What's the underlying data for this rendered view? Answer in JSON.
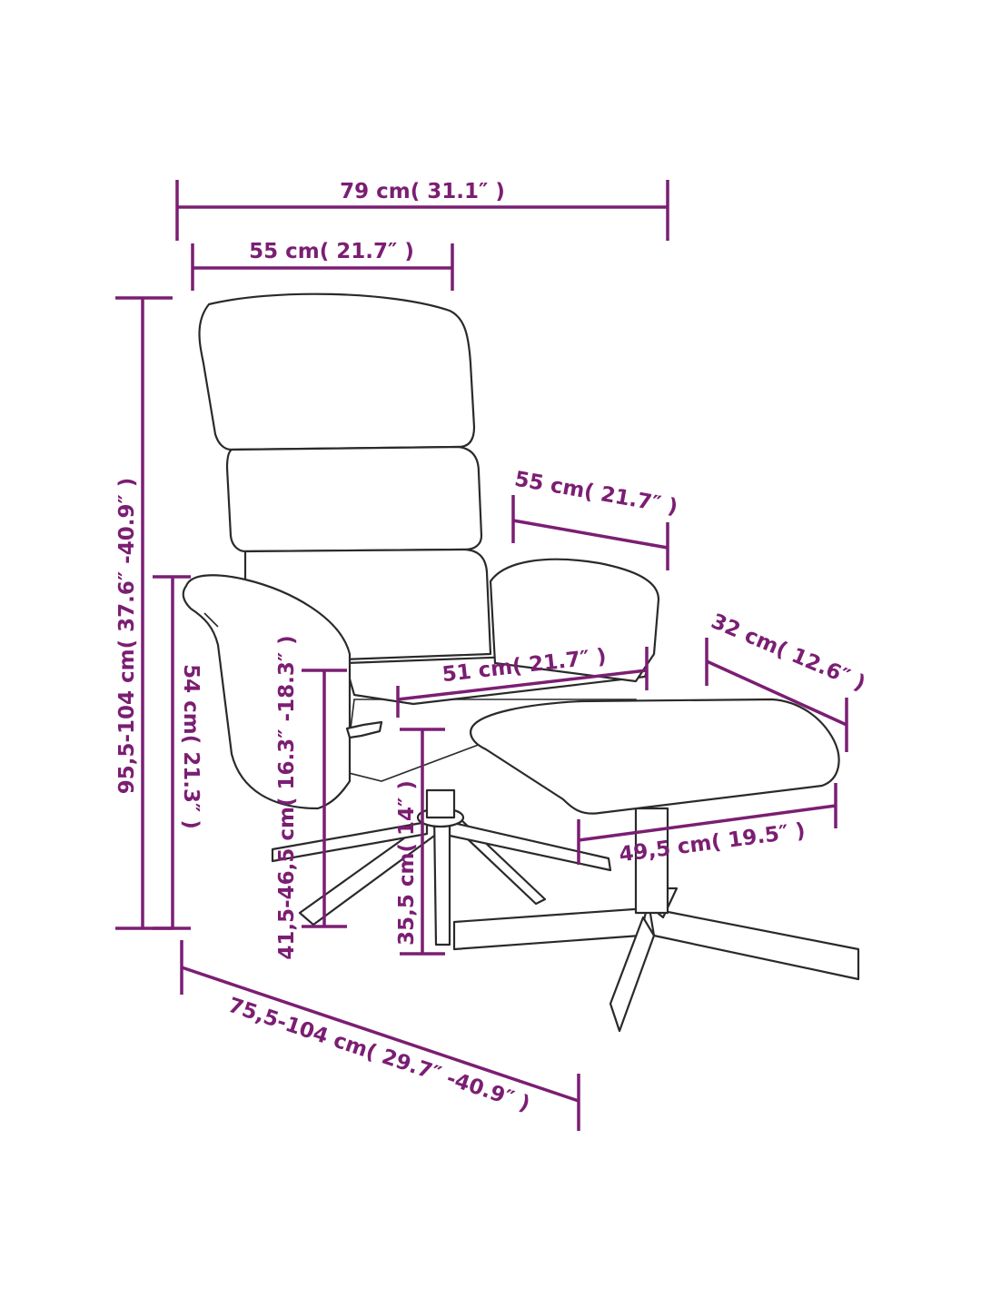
{
  "diagram": {
    "colors": {
      "dimension": "#7b1e73",
      "outline": "#2a2a2a",
      "background": "#ffffff"
    },
    "dimensions": {
      "overall_width": "79 cm( 31.1″ )",
      "backrest_width": "55 cm( 21.7″ )",
      "armrest_length": "55 cm( 21.7″ )",
      "seat_width": "51 cm( 21.7″ )",
      "footstool_depth": "32 cm( 12.6″ )",
      "footstool_width": "49,5 cm( 19.5″ )",
      "overall_height": "95,5-104 cm( 37.6″ -40.9″ )",
      "armrest_height": "54 cm( 21.3″ )",
      "seat_height": "41,5-46,5 cm( 16.3″ -18.3″ )",
      "footstool_height": "35,5 cm( 14″ )",
      "overall_depth": "75,5-104 cm( 29.7″ -40.9″ )"
    }
  }
}
